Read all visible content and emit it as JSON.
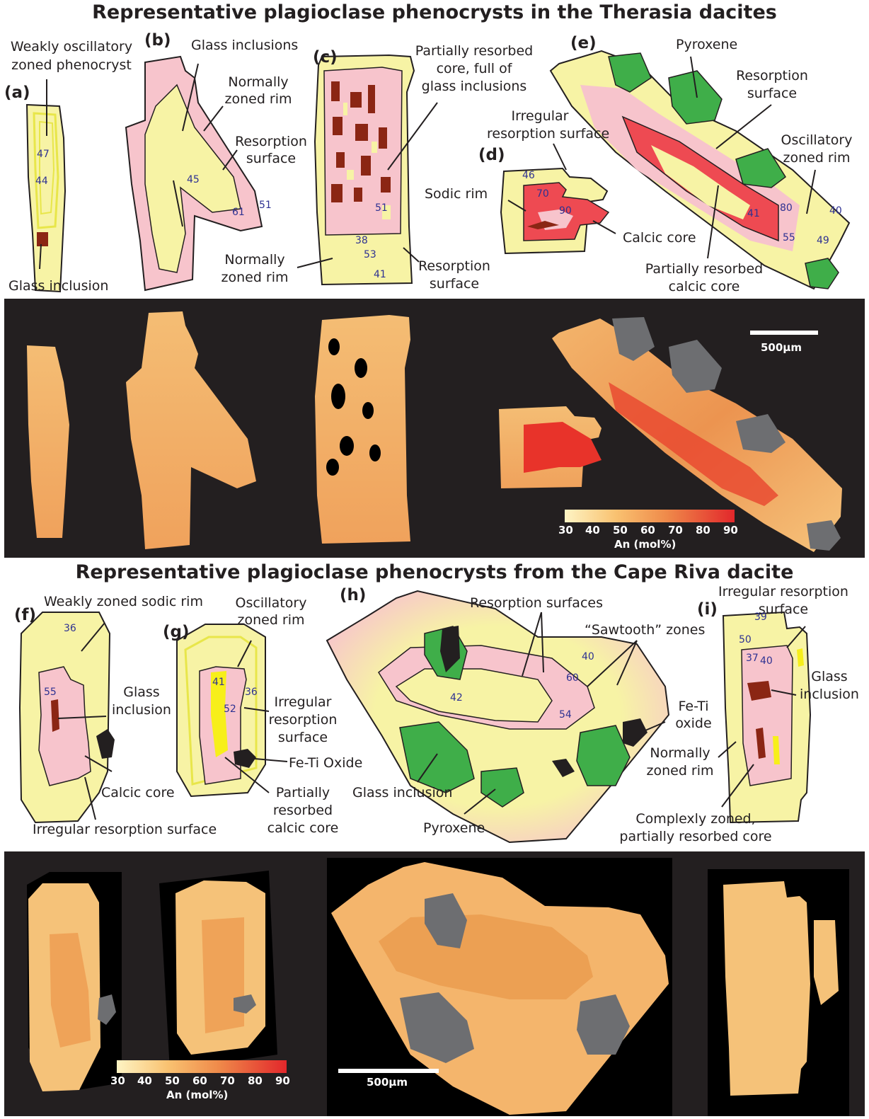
{
  "titles": {
    "top": "Representative plagioclase phenocrysts in the Therasia dacites",
    "bottom": "Representative plagioclase phenocrysts from the Cape Riva dacite"
  },
  "panels": {
    "a": "(a)",
    "b": "(b)",
    "c": "(c)",
    "d": "(d)",
    "e": "(e)",
    "f": "(f)",
    "g": "(g)",
    "h": "(h)",
    "i": "(i)"
  },
  "labels": {
    "a_weakly_1": "Weakly oscillatory",
    "a_weakly_2": "zoned phenocryst",
    "a_glass": "Glass inclusion",
    "b_glass": "Glass inclusions",
    "b_normally_1": "Normally",
    "b_normally_2": "zoned rim",
    "b_resorption_1": "Resorption",
    "b_resorption_2": "surface",
    "c_partial_1": "Partially resorbed",
    "c_partial_2": "core, full of",
    "c_partial_3": "glass inclusions",
    "c_normally_1": "Normally",
    "c_normally_2": "zoned rim",
    "c_resorption_1": "Resorption",
    "c_resorption_2": "surface",
    "d_irregular_1": "Irregular",
    "d_irregular_2": "resorption surface",
    "d_sodic": "Sodic rim",
    "d_calcic": "Calcic core",
    "e_pyroxene": "Pyroxene",
    "e_resorption_1": "Resorption",
    "e_resorption_2": "surface",
    "e_oscillatory_1": "Oscillatory",
    "e_oscillatory_2": "zoned rim",
    "e_partial_1": "Partially resorbed",
    "e_partial_2": "calcic core",
    "f_weakly": "Weakly zoned sodic rim",
    "f_glass_1": "Glass",
    "f_glass_2": "inclusion",
    "f_calcic": "Calcic core",
    "f_irregular": "Irregular resorption surface",
    "g_oscillatory_1": "Oscillatory",
    "g_oscillatory_2": "zoned rim",
    "g_irregular_1": "Irregular",
    "g_irregular_2": "resorption",
    "g_irregular_3": "surface",
    "g_feti": "Fe-Ti Oxide",
    "g_partial_1": "Partially",
    "g_partial_2": "resorbed",
    "g_partial_3": "calcic core",
    "h_resorption": "Resorption surfaces",
    "h_sawtooth": "“Sawtooth” zones",
    "h_feti_1": "Fe-Ti",
    "h_feti_2": "oxide",
    "h_glass": "Glass inclusion",
    "h_pyroxene": "Pyroxene",
    "h_normally_1": "Normally",
    "h_normally_2": "zoned rim",
    "i_irregular_1": "Irregular resorption",
    "i_irregular_2": "surface",
    "i_glass_1": "Glass",
    "i_glass_2": "inclusion",
    "i_complex_1": "Complexly zoned,",
    "i_complex_2": "partially resorbed core"
  },
  "numbers": {
    "a1": "47",
    "a2": "44",
    "b1": "45",
    "b2": "61",
    "b3": "51",
    "c1": "51",
    "c2": "38",
    "c3": "53",
    "c4": "41",
    "d1": "46",
    "d2": "70",
    "d3": "90",
    "e1": "41",
    "e2": "80",
    "e3": "40",
    "e4": "55",
    "e5": "49",
    "f1": "36",
    "f2": "55",
    "g1": "41",
    "g2": "36",
    "g3": "52",
    "h1": "40",
    "h2": "60",
    "h3": "42",
    "h4": "54",
    "i1": "39",
    "i2": "50",
    "i3": "37",
    "i4": "40"
  },
  "colorbar": {
    "ticks": [
      "30",
      "40",
      "50",
      "60",
      "70",
      "80",
      "90"
    ],
    "label": "An (mol%)",
    "colors": [
      "#fef4c4",
      "#fbc373",
      "#f49b52",
      "#ea6d3d",
      "#e2352c"
    ]
  },
  "scalebar": "500µm",
  "colors": {
    "sodic": "#f7f3a5",
    "calcic_pink": "#f7c4cc",
    "calcic_red": "#ee4a52",
    "glass": "#8b2614",
    "pyroxene": "#3fae49",
    "oxide": "#231f20",
    "dark_bg": "#231f20",
    "bse_grey": "#6d6e71"
  }
}
